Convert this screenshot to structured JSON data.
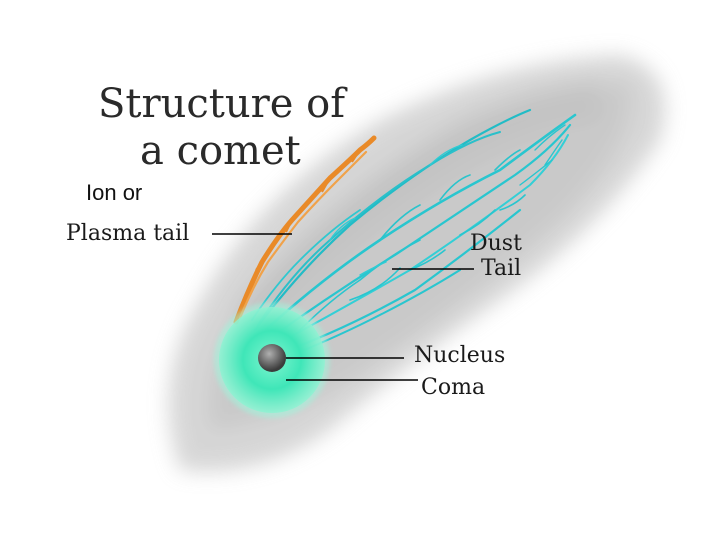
{
  "diagram": {
    "title_line1": "Structure of",
    "title_line2": "a comet",
    "labels": {
      "ion_or": "Ion or",
      "plasma_tail": "Plasma tail",
      "dust": "Dust",
      "tail": "Tail",
      "nucleus": "Nucleus",
      "coma": "Coma"
    },
    "colors": {
      "dust_tail": "#29c6cf",
      "plasma_tail": "#e98a28",
      "coma": "#3fe6b8",
      "nucleus": "#666666",
      "background_haze": "#cfcfcf"
    }
  }
}
